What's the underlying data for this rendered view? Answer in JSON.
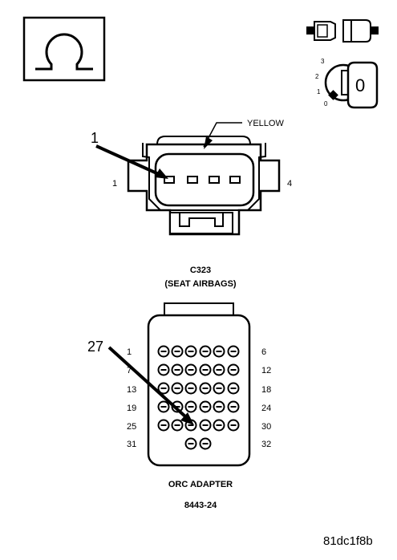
{
  "callouts": {
    "pin1": "1",
    "pin27": "27"
  },
  "connector": {
    "wire_color": "YELLOW",
    "left_pin": "1",
    "right_pin": "4",
    "name": "C323",
    "description": "(SEAT AIRBAGS)"
  },
  "ignition": {
    "positions": [
      "3",
      "2",
      "1",
      "0"
    ],
    "key_label": "0"
  },
  "adapter": {
    "left_numbers": [
      "1",
      "7",
      "13",
      "19",
      "25",
      "31"
    ],
    "right_numbers": [
      "6",
      "12",
      "18",
      "24",
      "30",
      "32"
    ],
    "title": "ORC ADAPTER",
    "part_number": "8443-24"
  },
  "figure_id": "81dc1f8b",
  "icons": {
    "meter": "ohm-meter-icon",
    "disconnect": "battery-disconnect-icon",
    "key": "ignition-key-icon"
  }
}
